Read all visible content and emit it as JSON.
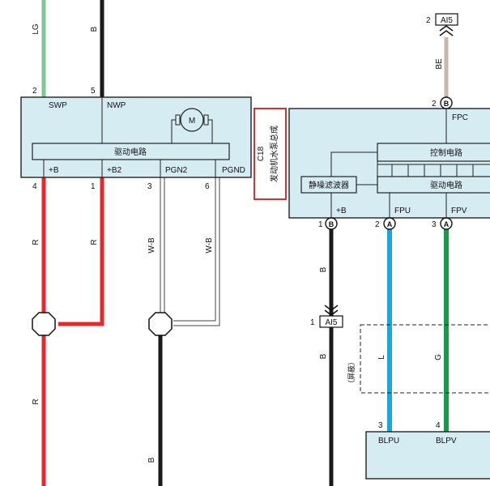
{
  "colors": {
    "red": "#e8262b",
    "black": "#1a1a1a",
    "green_lg": "#7fc796",
    "green_g": "#189a4b",
    "blue_l": "#1aa7d9",
    "beige_be": "#c9b8a8",
    "box_fill": "#d6ecf3",
    "highlight": "#d9322e"
  },
  "left_unit": {
    "pins_top": [
      {
        "num": "2",
        "name": "SWP"
      },
      {
        "num": "5",
        "name": "NWP"
      }
    ],
    "motor_symbol": "M",
    "drive_circuit": "驱动电路",
    "pins_bottom": [
      {
        "num": "4",
        "name": "+B"
      },
      {
        "num": "1",
        "name": "+B2"
      },
      {
        "num": "3",
        "name": "PGN2"
      },
      {
        "num": "6",
        "name": "PGND"
      }
    ]
  },
  "component_label": {
    "code": "C18",
    "name": "发动机水泵总成"
  },
  "right_unit": {
    "connector_top": {
      "num": "2",
      "name": "AI5"
    },
    "pin_top": {
      "num": "2",
      "letter": "B",
      "name": "FPC"
    },
    "control_circuit": "控制电路",
    "noise_filter": "静噪滤波器",
    "drive_circuit": "驱动电路",
    "pins_bottom": [
      {
        "num": "1",
        "letter": "B",
        "name": "+B"
      },
      {
        "num": "2",
        "letter": "A",
        "name": "FPU"
      },
      {
        "num": "3",
        "letter": "A",
        "name": "FPV"
      }
    ],
    "connector_mid": {
      "num": "1",
      "name": "AI5"
    },
    "shield_label": "（屏蔽）",
    "lower_pins": [
      {
        "num": "3",
        "name": "BLPU"
      },
      {
        "num": "4",
        "name": "BLPV"
      }
    ]
  },
  "wire_labels": {
    "lg": "LG",
    "b_top": "B",
    "be": "BE",
    "r1": "R",
    "r2": "R",
    "wb1": "W-B",
    "wb2": "W-B",
    "r_low": "R",
    "b_low": "B",
    "b_right1": "B",
    "b_right2": "B",
    "l": "L",
    "g": "G"
  }
}
